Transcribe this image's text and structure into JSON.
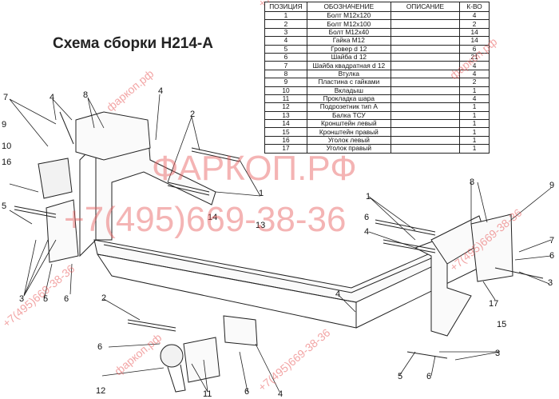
{
  "title": "Схема сборки H214-A",
  "table": {
    "headers": [
      "ПОЗИЦИЯ",
      "ОБОЗНАЧЕНИЕ",
      "ОПИСАНИЕ",
      "К-ВО"
    ],
    "rows": [
      [
        "1",
        "Болт М12х120",
        "",
        "4"
      ],
      [
        "2",
        "Болт М12х100",
        "",
        "2"
      ],
      [
        "3",
        "Болт М12х40",
        "",
        "14"
      ],
      [
        "4",
        "Гайка М12",
        "",
        "14"
      ],
      [
        "5",
        "Гровер d 12",
        "",
        "6"
      ],
      [
        "6",
        "Шайба d 12",
        "",
        "21"
      ],
      [
        "7",
        "Шайба квадратная d 12",
        "",
        "4"
      ],
      [
        "8",
        "Втулка",
        "",
        "4"
      ],
      [
        "9",
        "Пластина с гайками",
        "",
        "2"
      ],
      [
        "10",
        "Вкладыш",
        "",
        "1"
      ],
      [
        "11",
        "Прокладка шара",
        "",
        "4"
      ],
      [
        "12",
        "Подрозетник тип А",
        "",
        "1"
      ],
      [
        "13",
        "Балка ТСУ",
        "",
        "1"
      ],
      [
        "14",
        "Кронштейн левый",
        "",
        "1"
      ],
      [
        "15",
        "Кронштейн правый",
        "",
        "1"
      ],
      [
        "16",
        "Уголок левый",
        "",
        "1"
      ],
      [
        "17",
        "Уголок правый",
        "",
        "1"
      ]
    ]
  },
  "watermark": {
    "site": "фаркоп.рф",
    "site_caps": "ФАРКОП.РФ",
    "phone": "+7(495)669-38-36",
    "color": "#e85a5a"
  },
  "callouts": [
    "1",
    "2",
    "3",
    "4",
    "5",
    "6",
    "7",
    "8",
    "9",
    "10",
    "11",
    "12",
    "13",
    "14",
    "15",
    "16",
    "17"
  ]
}
